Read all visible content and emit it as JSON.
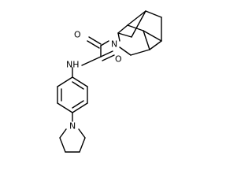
{
  "structure": {
    "atoms": {
      "oxygen_ketone": "O",
      "nitrogen_ring": "N",
      "oxygen_amide": "O",
      "amide_nh": "NH",
      "nitrogen_pyrrolidine": "N"
    }
  }
}
